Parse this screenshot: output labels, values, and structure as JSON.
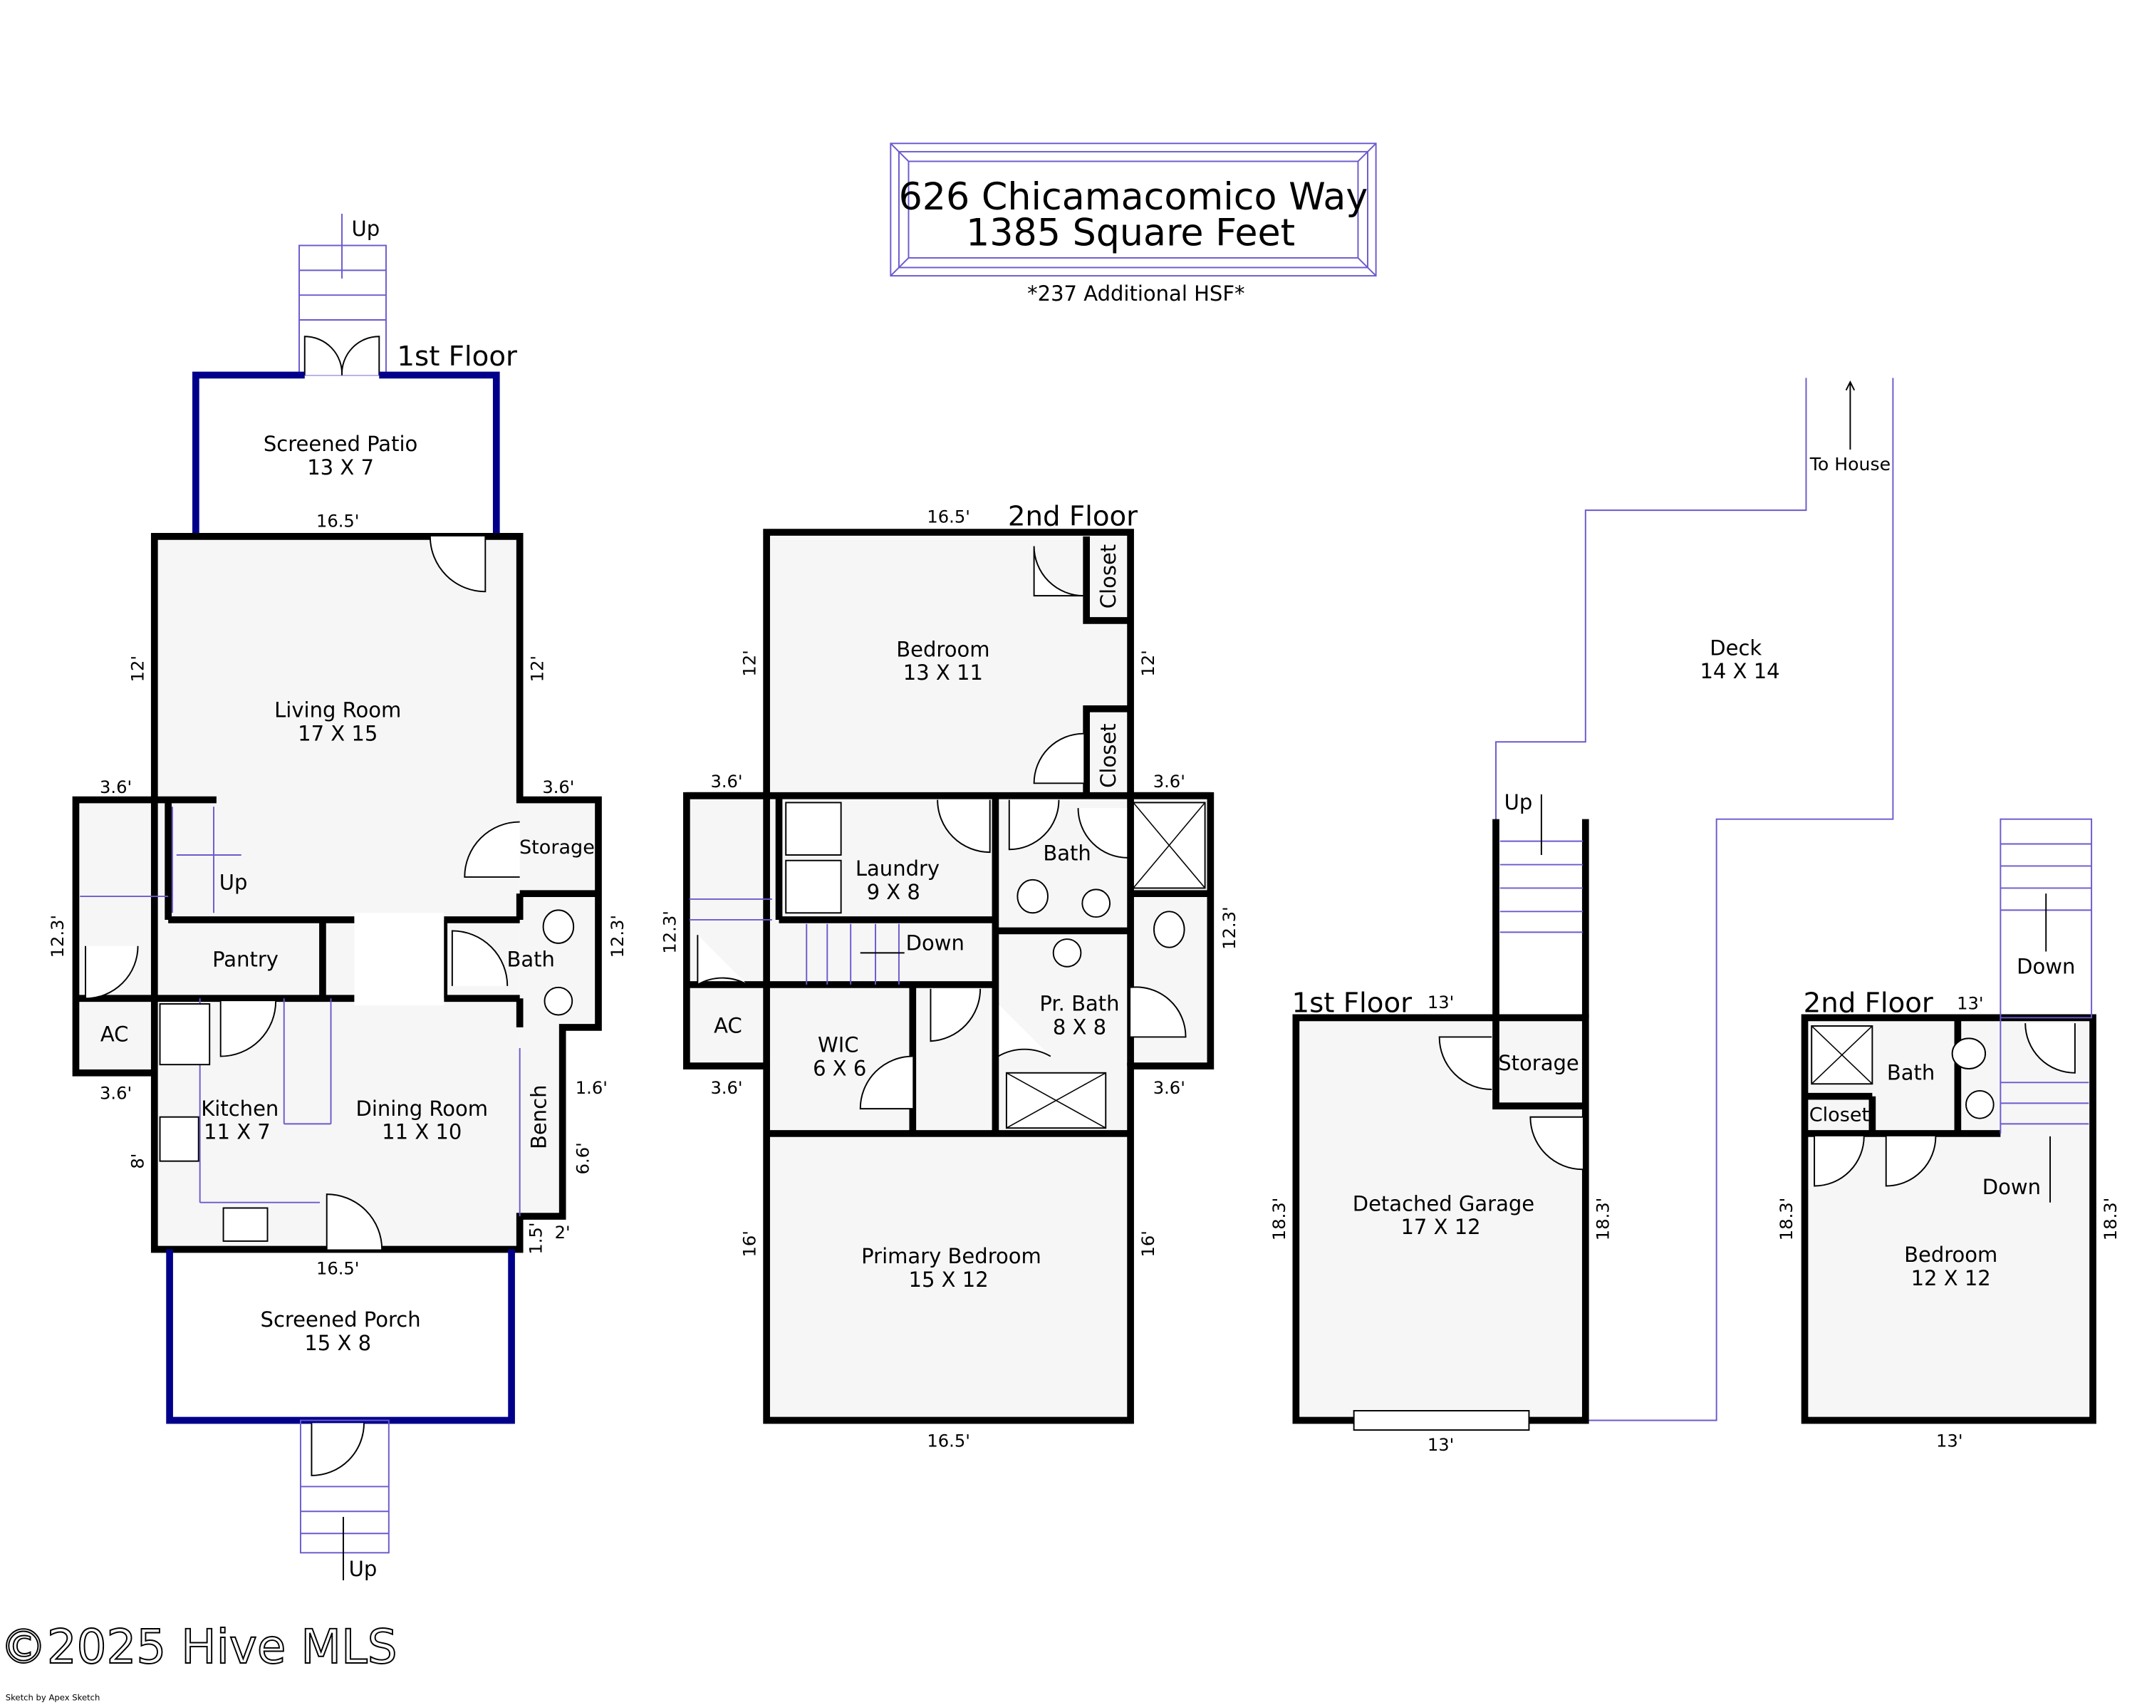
{
  "header": {
    "address": "626 Chicamacomico Way",
    "square_feet": "1385 Square Feet",
    "additional": "*237 Additional HSF*"
  },
  "house_first_floor": {
    "label": "1st Floor",
    "rooms": {
      "screened_patio": {
        "name": "Screened Patio",
        "size": "13 X 7"
      },
      "living_room": {
        "name": "Living Room",
        "size": "17 X 15"
      },
      "storage": {
        "name": "Storage"
      },
      "bath": {
        "name": "Bath"
      },
      "pantry": {
        "name": "Pantry"
      },
      "ac": {
        "name": "AC"
      },
      "kitchen": {
        "name": "Kitchen",
        "size": "11 X 7"
      },
      "dining_room": {
        "name": "Dining Room",
        "size": "11 X 10"
      },
      "bench": {
        "name": "Bench"
      },
      "screened_porch": {
        "name": "Screened Porch",
        "size": "15 X 8"
      }
    },
    "stairs": {
      "top_up": "Up",
      "inner_up": "Up",
      "bottom_up": "Up"
    },
    "dims": {
      "top": "16.5'",
      "left": "12'",
      "right": "12'",
      "left_bump_top": "3.6'",
      "right_bump_top": "3.6'",
      "left_bump_side": "12.3'",
      "right_bump_side": "12.3'",
      "left_bump_bottom": "3.6'",
      "bench_top": "1.6'",
      "bench_side": "6.6'",
      "kitchen_side": "8'",
      "small_a": "1.5'",
      "small_b": "2'",
      "bottom": "16.5'"
    }
  },
  "house_second_floor": {
    "label": "2nd Floor",
    "rooms": {
      "bedroom": {
        "name": "Bedroom",
        "size": "13 X 11"
      },
      "closet_1": {
        "name": "Closet"
      },
      "closet_2": {
        "name": "Closet"
      },
      "laundry": {
        "name": "Laundry",
        "size": "9 X 8"
      },
      "bath": {
        "name": "Bath"
      },
      "ac": {
        "name": "AC"
      },
      "wic": {
        "name": "WIC",
        "size": "6 X 6"
      },
      "pr_bath": {
        "name": "Pr. Bath",
        "size": "8 X 8"
      },
      "primary_bedroom": {
        "name": "Primary Bedroom",
        "size": "15 X 12"
      }
    },
    "stairs": {
      "down": "Down"
    },
    "dims": {
      "top": "16.5'",
      "left": "12'",
      "right": "12'",
      "left_bump_top": "3.6'",
      "right_bump_top": "3.6'",
      "left_bump_side": "12.3'",
      "right_bump_side": "12.3'",
      "left_bump_bottom": "3.6'",
      "right_bump_bottom": "3.6'",
      "lower_left": "16'",
      "lower_right": "16'",
      "bottom": "16.5'"
    }
  },
  "deck": {
    "name": "Deck",
    "size": "14 X 14",
    "to_house": "To House"
  },
  "garage_first_floor": {
    "label": "1st Floor",
    "rooms": {
      "storage": {
        "name": "Storage"
      },
      "garage": {
        "name": "Detached Garage",
        "size": "17 X 12"
      }
    },
    "stairs": {
      "up": "Up"
    },
    "dims": {
      "top": "13'",
      "left": "18.3'",
      "right": "18.3'",
      "bottom": "13'"
    }
  },
  "garage_second_floor": {
    "label": "2nd Floor",
    "rooms": {
      "bath": {
        "name": "Bath"
      },
      "closet": {
        "name": "Closet"
      },
      "bedroom": {
        "name": "Bedroom",
        "size": "12 X 12"
      }
    },
    "stairs": {
      "outer_down": "Down",
      "inner_down": "Down"
    },
    "dims": {
      "top": "13'",
      "left": "18.3'",
      "right": "18.3'",
      "bottom": "13'"
    }
  },
  "footer": {
    "copyright": "©2025 Hive MLS",
    "credit": "Sketch by Apex Sketch"
  },
  "colors": {
    "walls": "#000000",
    "screened_walls": "#00008b",
    "outline": "#6a5acd",
    "floor": "#f6f6f6"
  }
}
